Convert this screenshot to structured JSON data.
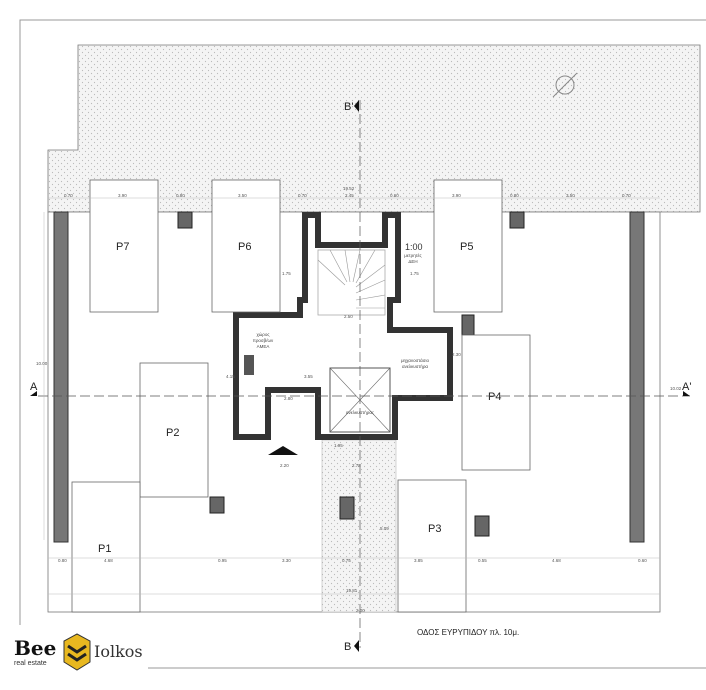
{
  "plan": {
    "parking": [
      {
        "id": "p7",
        "label": "P7"
      },
      {
        "id": "p6",
        "label": "P6"
      },
      {
        "id": "p5",
        "label": "P5"
      },
      {
        "id": "p4",
        "label": "P4"
      },
      {
        "id": "p2",
        "label": "P2"
      },
      {
        "id": "p1",
        "label": "P1"
      },
      {
        "id": "p3",
        "label": "P3"
      }
    ],
    "sections": {
      "a_left": "A",
      "a_right": "A'",
      "b_top": "B'",
      "b_bottom": "B"
    },
    "rooms": {
      "amea_1": "χώρος",
      "amea_2": "προσβ/ων",
      "amea_3": "ΑΜΕΑ",
      "machine_1": "μηχανοστάσιο",
      "machine_2": "ανελκυστήρα",
      "elevator": "ανελκυστήρας",
      "meters_1": "μετρητές",
      "meters_2": "ΔΕΗ",
      "level": "1:00"
    },
    "dimensions": {
      "top_total": "19.52",
      "d070": "0.70",
      "d390": "3.90",
      "d080": "0.80",
      "d350": "3.50",
      "d245": "2.45",
      "d060": "0.60",
      "d175": "1.75",
      "d250": "2.50",
      "d230": "2.30",
      "d415": "4.15",
      "d355": "3.55",
      "d280": "2.80",
      "d220": "2.20",
      "d195": "1.95",
      "d278": "2.78",
      "d509": "5.09",
      "d1000": "10.00",
      "d1002": "10.02",
      "b_080": "0.80",
      "b_468": "4.68",
      "b_095": "0.95",
      "b_330": "3.30",
      "b_075": "0.75",
      "b_385": "3.85",
      "b_055": "0.55",
      "b_468r": "4.68",
      "b_060": "0.60",
      "bottom_total": "19.81",
      "d200": "2.00"
    },
    "street": "ΟΔΟΣ ΕΥΡΥΠΙΔΟΥ πλ. 10μ."
  },
  "logo": {
    "bee": "Bee",
    "sub": "real estate",
    "name": "Iolkos"
  }
}
